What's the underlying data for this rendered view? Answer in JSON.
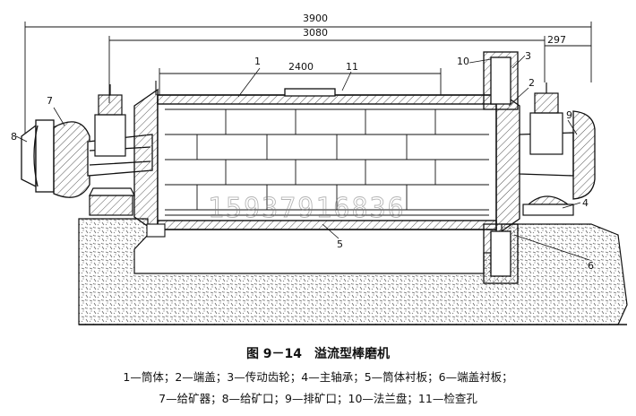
{
  "dimensions": [
    "3900",
    "3080",
    "297",
    "2400"
  ],
  "part_numbers": [
    "1",
    "2",
    "3",
    "4",
    "5",
    "6",
    "7",
    "8",
    "9",
    "10",
    "11"
  ],
  "watermark": "15937916836",
  "caption": {
    "title": "图 9－14　溢流型棒磨机",
    "legend_line1": "1—筒体；2—端盖；3—传动齿轮；4—主轴承；5—筒体衬板；6—端盖衬板；",
    "legend_line2": "7—给矿器；8—给矿口；9—排矿口；10—法兰盘；11—检查孔"
  },
  "colors": {
    "line": "#111111",
    "hatch": "#444444",
    "paper": "#ffffff"
  }
}
